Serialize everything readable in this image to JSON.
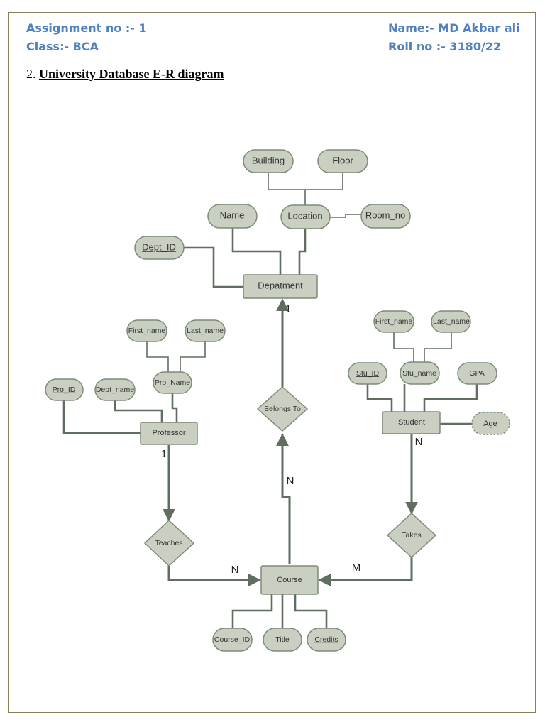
{
  "header": {
    "assignment": "Assignment no :- 1",
    "class": "Class:- BCA",
    "name": "Name:- MD Akbar ali",
    "roll": "Roll no :-  3180/22"
  },
  "heading": {
    "number": "2.",
    "title": "University Database E-R diagram"
  },
  "diagram": {
    "entities": {
      "department": "Depatment",
      "professor": "Professor",
      "student": "Student",
      "course": "Course"
    },
    "relationships": {
      "belongs_to": "Belongs To",
      "teaches": "Teaches",
      "takes": "Takes"
    },
    "attributes": {
      "building": "Building",
      "floor": "Floor",
      "name": "Name",
      "location": "Location",
      "room_no": "Room_no",
      "dept_id": "Dept_ID",
      "first_name_pro": "First_name",
      "last_name_pro": "Last_name",
      "pro_name": "Pro_Name",
      "pro_id": "Pro_ID",
      "dept_name": "Dept_name",
      "first_name_stu": "First_name",
      "last_name_stu": "Last_name",
      "stu_id": "Stu_ID",
      "stu_name": "Stu_name",
      "gpa": "GPA",
      "age": "Age",
      "course_id": "Course_ID",
      "title": "Title",
      "credits": "Credits"
    },
    "cardinalities": {
      "department_side": "1",
      "professor_side": "1",
      "course_belongs": "N",
      "student_side": "N",
      "course_teaches": "N",
      "course_takes": "M"
    },
    "colors": {
      "fill": "#c9d0c1",
      "stroke": "#7d8a78",
      "line": "#5f6e5f"
    }
  }
}
